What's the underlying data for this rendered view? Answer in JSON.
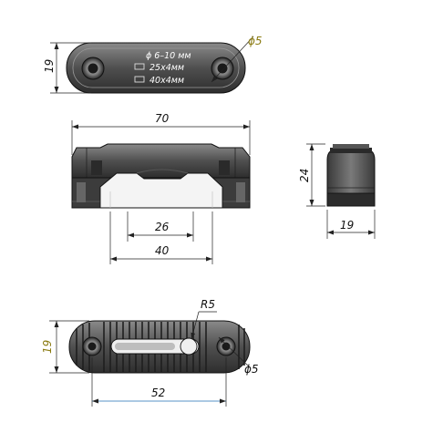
{
  "top_view": {
    "dim_height": "19",
    "dim_hole": "ϕ5",
    "engraving": [
      "ϕ 6–10 мм",
      "25x4мм",
      "40x4мм"
    ]
  },
  "front_view": {
    "dim_length": "70",
    "dim_inner": "26",
    "dim_outer": "40"
  },
  "side_view": {
    "dim_height": "24",
    "dim_width": "19"
  },
  "bottom_view": {
    "dim_height": "19",
    "dim_radius": "R5",
    "dim_hole": "ϕ5",
    "dim_spacing": "52"
  },
  "colors": {
    "part": "#5a5a5a",
    "dark": "#222222",
    "dim_yellow": "#8a7a10",
    "dim_blue": "#1f6fb5"
  }
}
